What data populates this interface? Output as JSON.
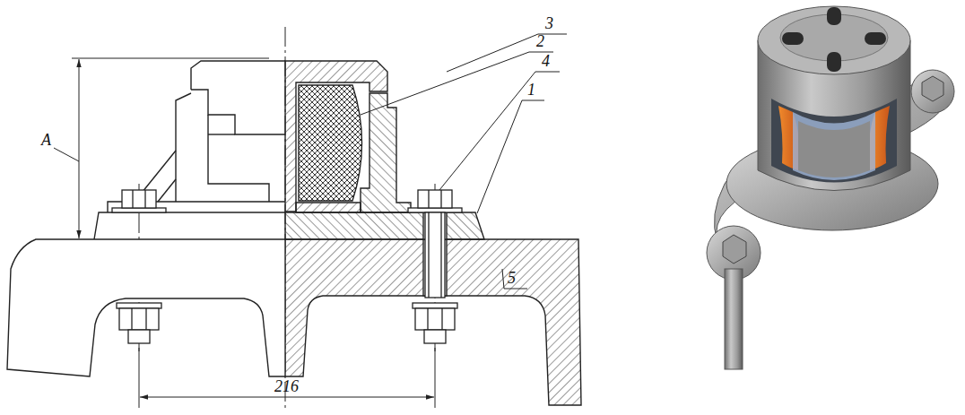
{
  "diagram": {
    "labels": [
      "3",
      "2",
      "A",
      "4",
      "1",
      "5",
      "216"
    ]
  }
}
